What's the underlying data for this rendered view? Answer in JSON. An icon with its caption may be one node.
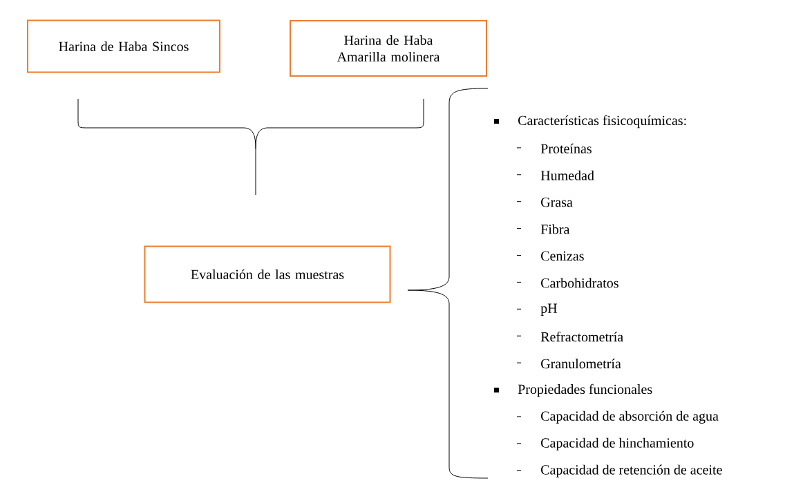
{
  "diagram": {
    "nodes": [
      {
        "text": [
          "Harina de Haba Sincos"
        ]
      },
      {
        "text": [
          "Harina de Haba Amarilla molinera"
        ]
      },
      {
        "text": [
          "Evaluación de las muestras"
        ]
      }
    ],
    "labels": [
      "Características fisicoquímicas:",
      "Proteínas",
      "Humedad",
      "Grasa",
      "Fibra",
      "Cenizas",
      "Carbohidratos",
      "pH",
      "Refractometría",
      "Granulometría",
      "Propiedades funcionales",
      "Capacidad de absorción de agua",
      "Capacidad de hinchamiento",
      "Capacidad de retención de aceite"
    ]
  }
}
